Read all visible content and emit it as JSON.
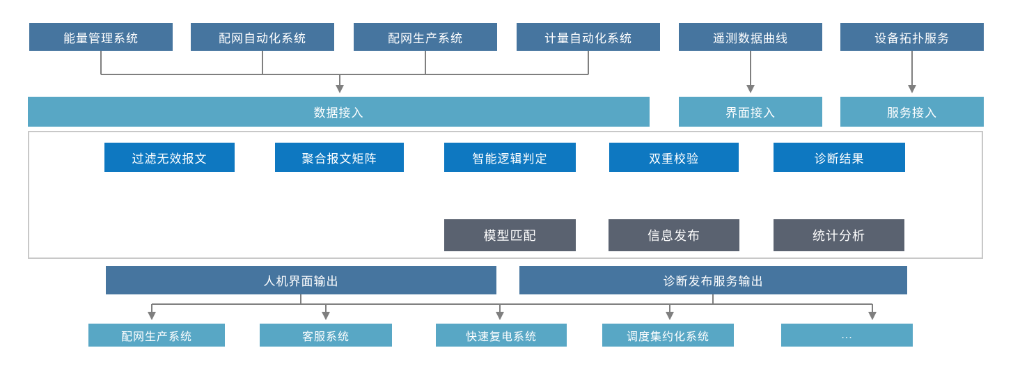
{
  "diagram": {
    "source_systems": [
      "能量管理系统",
      "配网自动化系统",
      "配网生产系统",
      "计量自动化系统",
      "遥测数据曲线",
      "设备拓扑服务"
    ],
    "access_bars": [
      "数据接入",
      "界面接入",
      "服务接入"
    ],
    "process_flow": [
      "过滤无效报文",
      "聚合报文矩阵",
      "智能逻辑判定",
      "双重校验",
      "诊断结果"
    ],
    "result_modules": [
      "模型匹配",
      "信息发布",
      "统计分析"
    ],
    "output_bars": [
      "人机界面输出",
      "诊断发布服务输出"
    ],
    "target_systems": [
      "配网生产系统",
      "客服系统",
      "快速复电系统",
      "调度集约化系统",
      "..."
    ],
    "colors": {
      "source_box": "#46759F",
      "access_bar": "#58A7C5",
      "process_box": "#0E78C1",
      "result_box": "#5A6270",
      "output_bar": "#46759F",
      "connector_line": "#7F7F7F",
      "container_border": "#C8C8C8",
      "text": "#FFFFFF"
    }
  }
}
